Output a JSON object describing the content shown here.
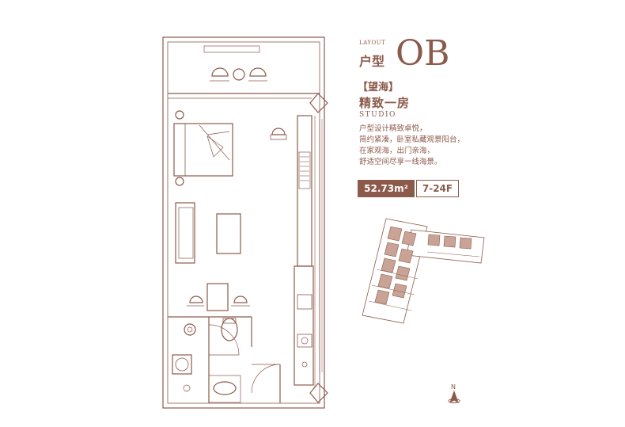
{
  "header": {
    "layout_label": "LAYOUT",
    "type_cn": "户型",
    "type_code": "OB"
  },
  "tag": "【望海】",
  "title_cn": "精致一房",
  "title_en": "STUDIO",
  "description": [
    "户型设计精致卓悦，",
    "简约紧凑，卧室私藏观景阳台，",
    "在家观海，出门亲海，",
    "舒适空间尽享一线海景。"
  ],
  "area": "52.73m²",
  "floors": "7-24F",
  "compass_label": "N",
  "colors": {
    "line": "#8c5a4b",
    "accent": "#8c5a4b",
    "highlight": "#c9a496"
  }
}
